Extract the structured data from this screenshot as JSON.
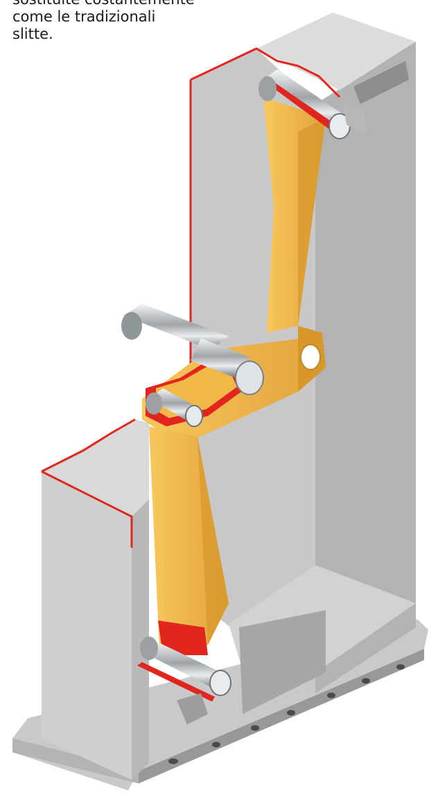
{
  "caption": {
    "lines": [
      "sostituite costantemente",
      "come le tradizionali",
      "slitte."
    ]
  },
  "illustration": {
    "colors": {
      "frame_light": "#d6d6d6",
      "frame_mid": "#bcbcbc",
      "frame_dark": "#9c9c9c",
      "arm": "#f2b846",
      "arm_shadow": "#d9972a",
      "section_cut": "#e0261f",
      "roller_steel": "#cfd3d6"
    }
  }
}
